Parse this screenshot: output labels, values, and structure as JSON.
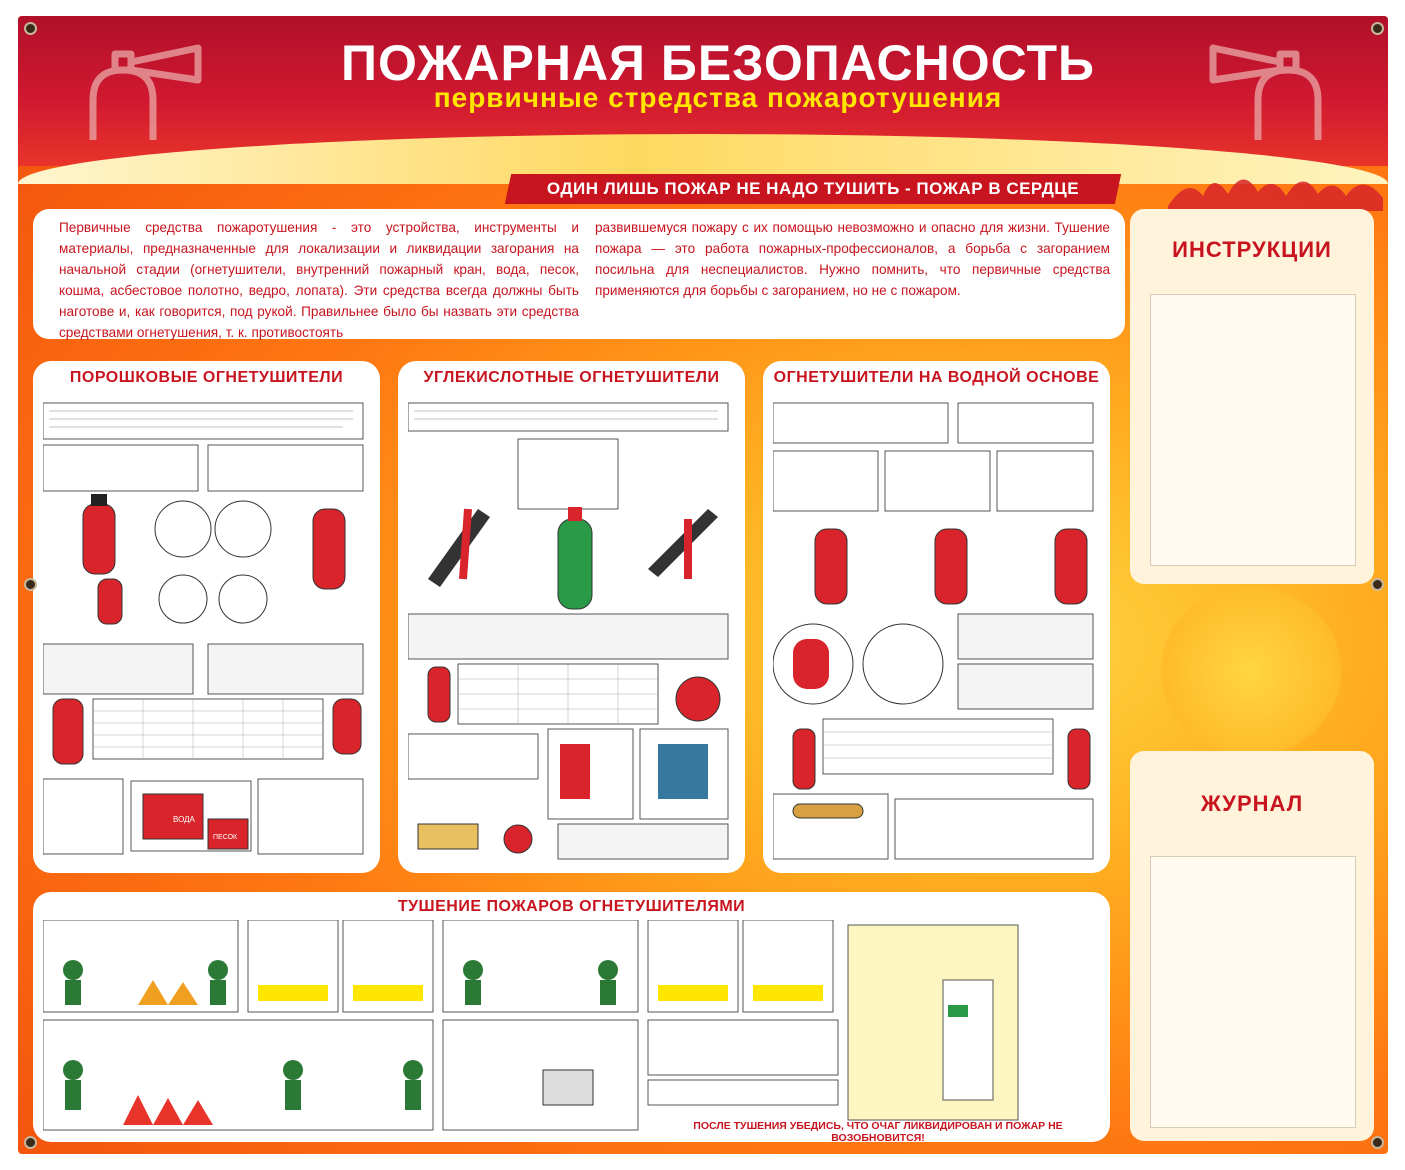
{
  "header": {
    "title": "ПОЖАРНАЯ БЕЗОПАСНОСТЬ",
    "subtitle": "первичные стредства пожаротушения",
    "slogan": "ОДИН ЛИШЬ ПОЖАР НЕ НАДО ТУШИТЬ - ПОЖАР В СЕРДЦЕ"
  },
  "intro": {
    "left": "Первичные средства пожаротушения - это устройства, инструменты и материалы, предназначенные для локализации и ликвидации загорания на начальной стадии (огнетушители, внутренний пожарный кран, вода, песок, кошма, асбестовое полотно, ведро, лопата). Эти средства всегда должны быть наготове и, как говорится, под рукой. Правильнее было бы назвать эти средства средствами огнетушения, т. к. противостоять",
    "right": "развившемуся пожару с их помощью невозможно и опасно для жизни. Тушение пожара — это работа пожарных-профессионалов, а борьба с загоранием посильна для неспециалистов. Нужно помнить, что первичные средства применяются для борьбы с загоранием, но не с пожаром."
  },
  "panels": {
    "powder": "ПОРОШКОВЫЕ ОГНЕТУШИТЕЛИ",
    "co2": "УГЛЕКИСЛОТНЫЕ ОГНЕТУШИТЕЛИ",
    "water": "ОГНЕТУШИТЕЛИ НА ВОДНОЙ ОСНОВЕ",
    "extinguishing": "ТУШЕНИЕ ПОЖАРОВ ОГНЕТУШИТЕЛЯМИ"
  },
  "pockets": {
    "instructions": "ИНСТРУКЦИИ",
    "journal": "ЖУРНАЛ"
  },
  "final_message": "ПОСЛЕ ТУШЕНИЯ УБЕДИСЬ, ЧТО ОЧАГ ЛИКВИДИРОВАН И ПОЖАР НЕ ВОЗОБНОВИТСЯ!",
  "small_labels": {
    "water_sign": "ВОДА",
    "sand_sign": "ПЕСОК"
  },
  "colors": {
    "brand_red": "#c8141e",
    "header_red": "#c0142a",
    "subtitle_yellow": "#ffe600",
    "orange_bg": "#ff7a12"
  }
}
